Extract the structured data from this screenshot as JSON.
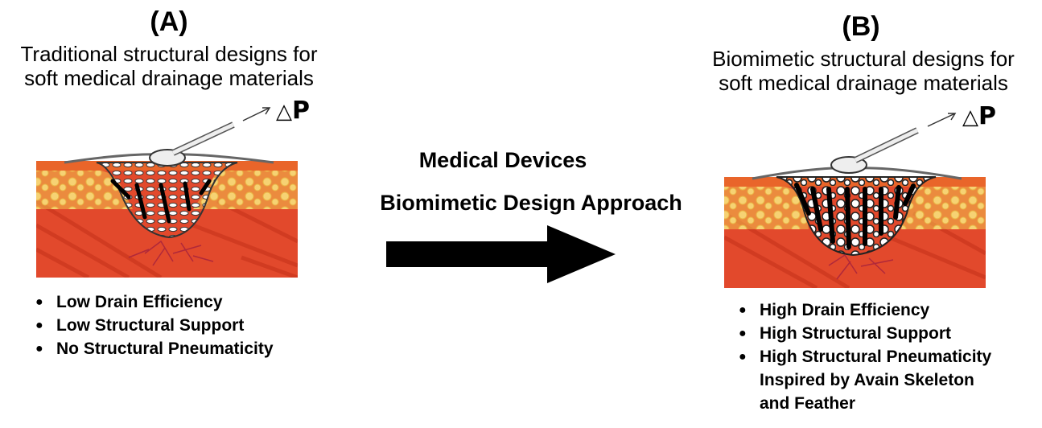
{
  "panel_a": {
    "label": "(A)",
    "caption_line1": "Traditional structural designs for",
    "caption_line2": "soft medical drainage materials",
    "pressure_symbol": "△",
    "pressure_letter": "P",
    "bullets": [
      "Low Drain Efficiency",
      "Low Structural Support",
      "No  Structural Pneumaticity"
    ]
  },
  "center": {
    "line1": "Medical Devices",
    "line2": "Biomimetic Design Approach"
  },
  "panel_b": {
    "label": "(B)",
    "caption_line1": "Biomimetic structural designs for",
    "caption_line2": "soft medical drainage materials",
    "pressure_symbol": "△",
    "pressure_letter": "P",
    "bullets": [
      "High Drain Efficiency",
      "High Structural Support",
      "High Structural Pneumaticity"
    ],
    "bullet_continuation_1": "Inspired by Avain Skeleton",
    "bullet_continuation_2": "and Feather"
  },
  "colors": {
    "fat": "#f2c14e",
    "fat_light": "#fbe7a1",
    "muscle": "#e2492c",
    "muscle_dark": "#c7331b",
    "skin_top": "#e9652a",
    "arrow": "#000000"
  }
}
